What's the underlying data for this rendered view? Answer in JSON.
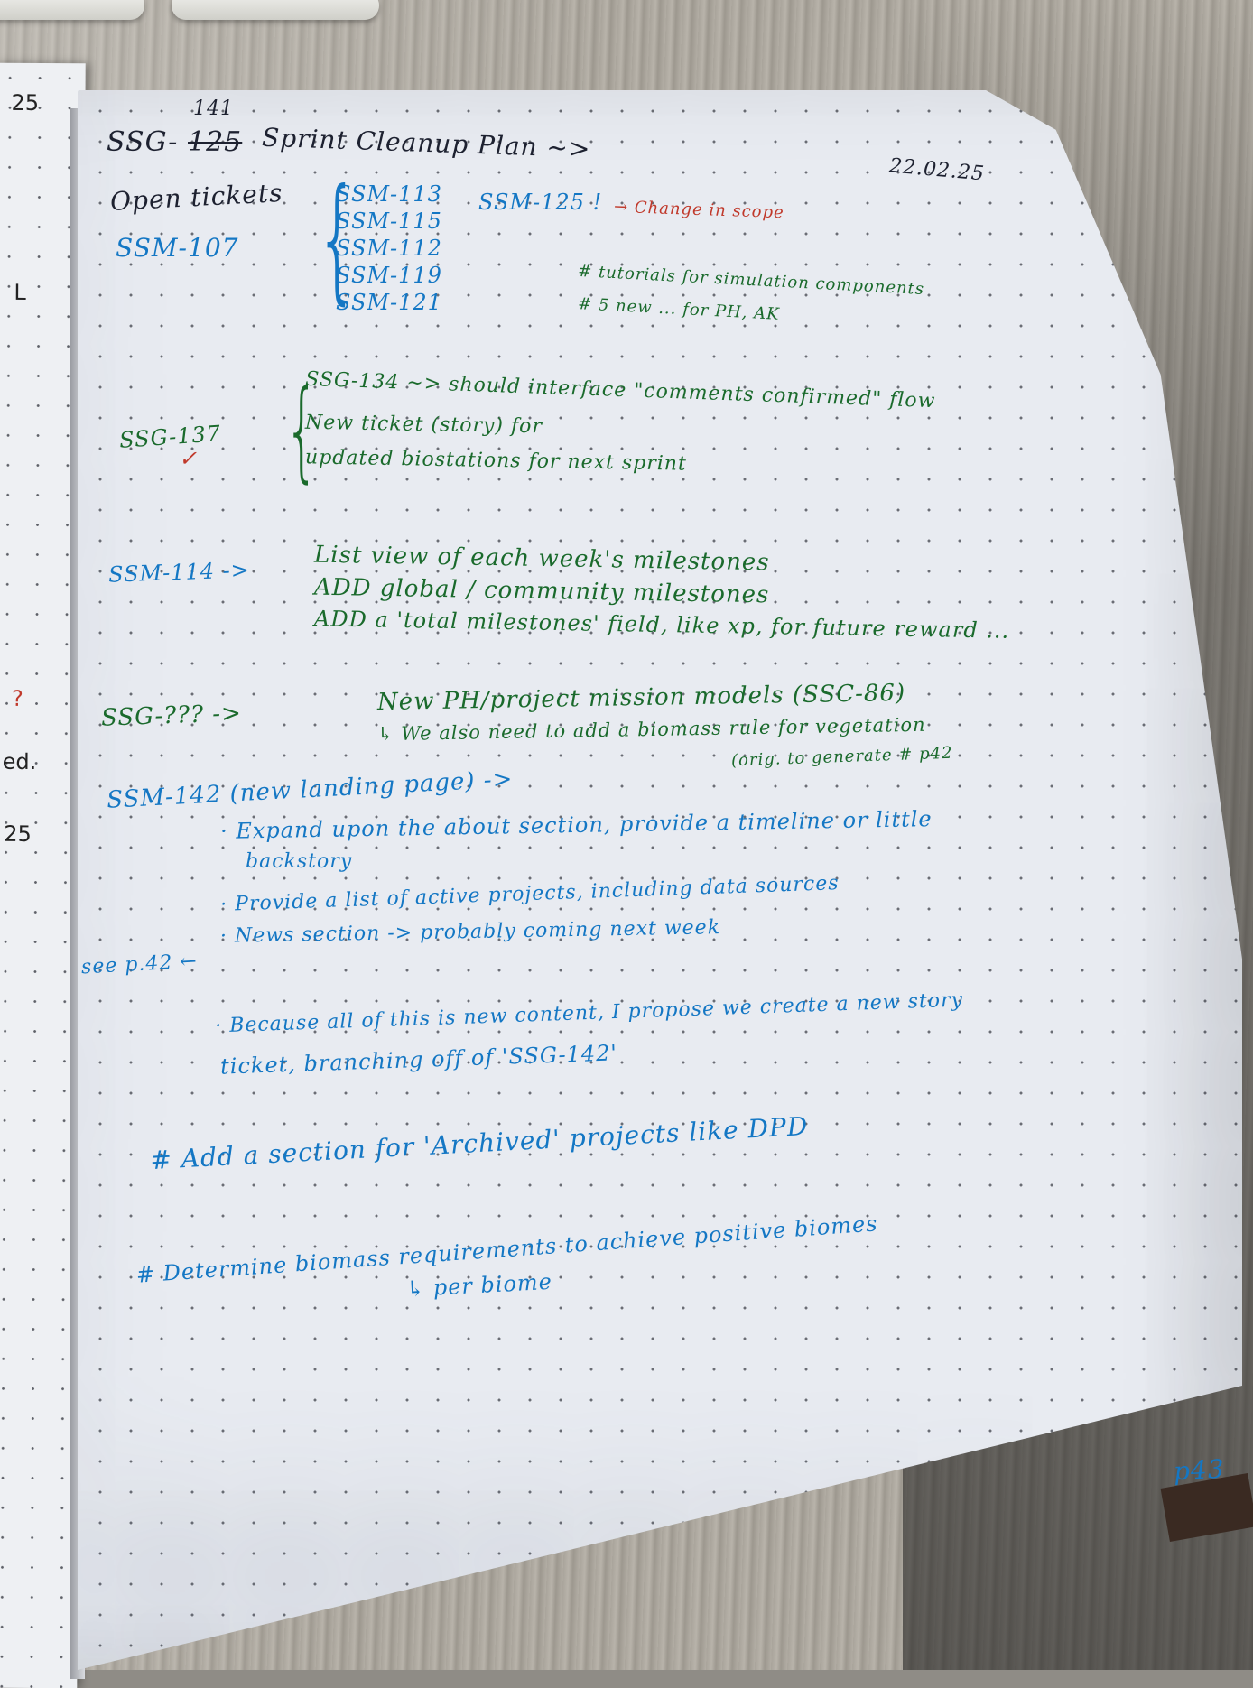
{
  "header": {
    "prefix": "SSG-",
    "old_number": "125",
    "new_number": "141",
    "title": "Sprint Cleanup Plan ~>",
    "date": "22.02.25"
  },
  "margin_left": [
    "25",
    "L",
    "?",
    "ed.",
    "25"
  ],
  "open_tickets": {
    "label": "Open tickets",
    "parent": "SSM-107",
    "items": [
      "SSM-113",
      "SSM-115",
      "SSM-112",
      "SSM-119",
      "SSM-121"
    ],
    "side_ticket": "SSM-125 !",
    "side_note": "→ Change in scope",
    "notes": [
      "# tutorials for simulation components",
      "# 5 new ... for PH, AK"
    ]
  },
  "ssg137": {
    "label": "SSG-137",
    "check": "✓",
    "lines": [
      "SSG-134  ~>  should interface \"comments confirmed\" flow",
      "New ticket (story) for",
      "updated biostations for next sprint"
    ]
  },
  "ssm114": {
    "label": "SSM-114 ->",
    "lines": [
      "List view of each week's milestones",
      "ADD global / community milestones",
      "ADD a 'total milestones' field, like xp, for future reward ..."
    ]
  },
  "ssg_unknown": {
    "label": "SSG-???  ->",
    "line1": "New PH/project mission models (SSC-86)",
    "line2": "↳ We also need to add a biomass rule for vegetation",
    "line3": "(orig. to generate # p42"
  },
  "ssm142": {
    "label": "SSM-142 (new landing page) ->",
    "bullets": [
      "· Expand upon the about section, provide a timeline or little",
      "backstory",
      "· Provide a list of active projects, including data sources",
      "· News section -> probably coming next week"
    ],
    "side_ref": "see p.42 ←",
    "because_1": "· Because all of this is new content, I propose we create a new story",
    "because_2": "ticket, branching off of 'SSG-142'",
    "todo_1": "# Add a section for 'Archived' projects like DPD",
    "todo_2": "# Determine biomass requirements to achieve positive biomes",
    "todo_3": "↳ per biome"
  },
  "page_number": "p43"
}
